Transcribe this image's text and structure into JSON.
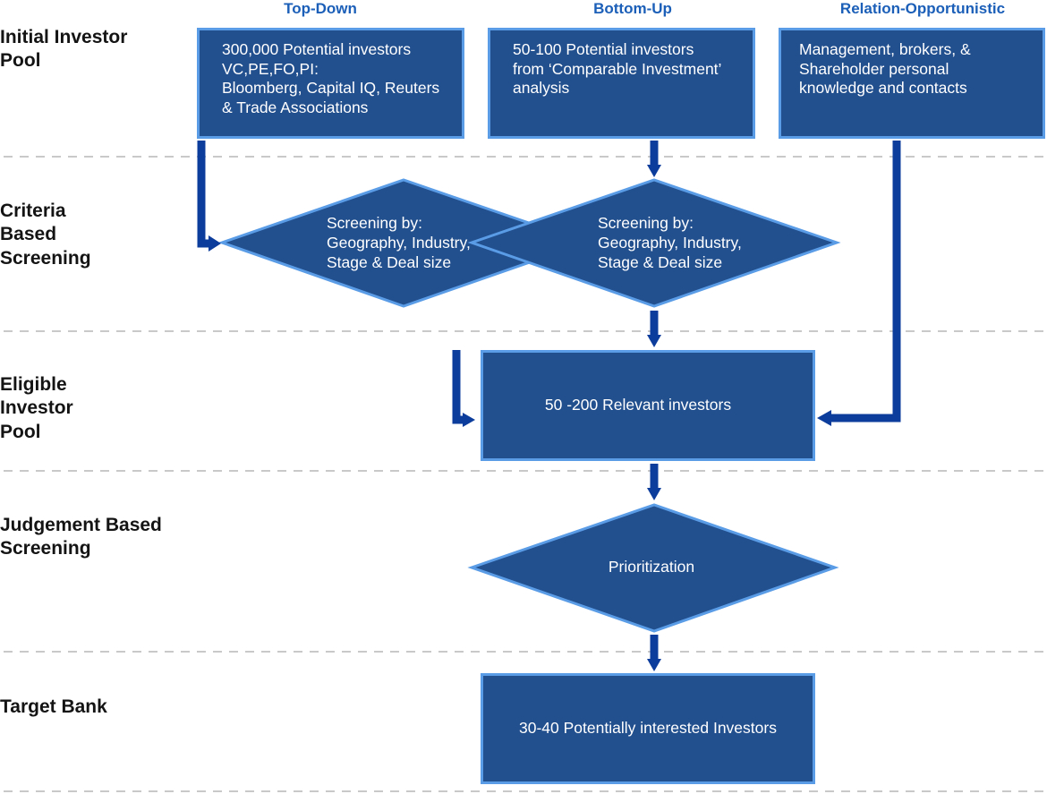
{
  "columns": {
    "top_down": "Top-Down",
    "bottom_up": "Bottom-Up",
    "relation_opportunistic": "Relation-Opportunistic"
  },
  "rows": {
    "initial_pool": {
      "lines": [
        "Initial Investor",
        "Pool"
      ]
    },
    "criteria_screening": {
      "lines": [
        "Criteria",
        "Based",
        "Screening"
      ]
    },
    "eligible_pool": {
      "lines": [
        "Eligible",
        "Investor",
        "Pool"
      ]
    },
    "judgement_screening": {
      "lines": [
        "Judgement Based",
        "Screening"
      ]
    },
    "target_bank": {
      "lines": [
        "Target Bank"
      ]
    }
  },
  "nodes": {
    "top_down_source": {
      "lines": [
        "300,000 Potential investors",
        "VC,PE,FO,PI:",
        "Bloomberg, Capital IQ, Reuters",
        "& Trade Associations"
      ]
    },
    "bottom_up_source": {
      "lines": [
        "50-100 Potential investors",
        "from ‘Comparable Investment’",
        "analysis"
      ]
    },
    "relation_source": {
      "lines": [
        "Management, brokers, &",
        "Shareholder personal",
        "knowledge and contacts"
      ]
    },
    "top_down_screening": {
      "lines": [
        "Screening by:",
        "Geography, Industry,",
        "Stage & Deal size"
      ]
    },
    "bottom_up_screening": {
      "lines": [
        "Screening by:",
        "Geography, Industry,",
        "Stage & Deal size"
      ]
    },
    "eligible_pool": {
      "text": "50 -200 Relevant investors"
    },
    "prioritization": {
      "text": "Prioritization"
    },
    "target_bank": {
      "text": "30-40 Potentially interested Investors"
    }
  },
  "colors": {
    "node_fill": "#224f8e",
    "node_border": "#5a9ce6",
    "node_text": "#ffffff",
    "arrow": "#0c3c9c",
    "column_header": "#1b5fb8",
    "row_label": "#141414",
    "divider": "#c9c9c9"
  }
}
